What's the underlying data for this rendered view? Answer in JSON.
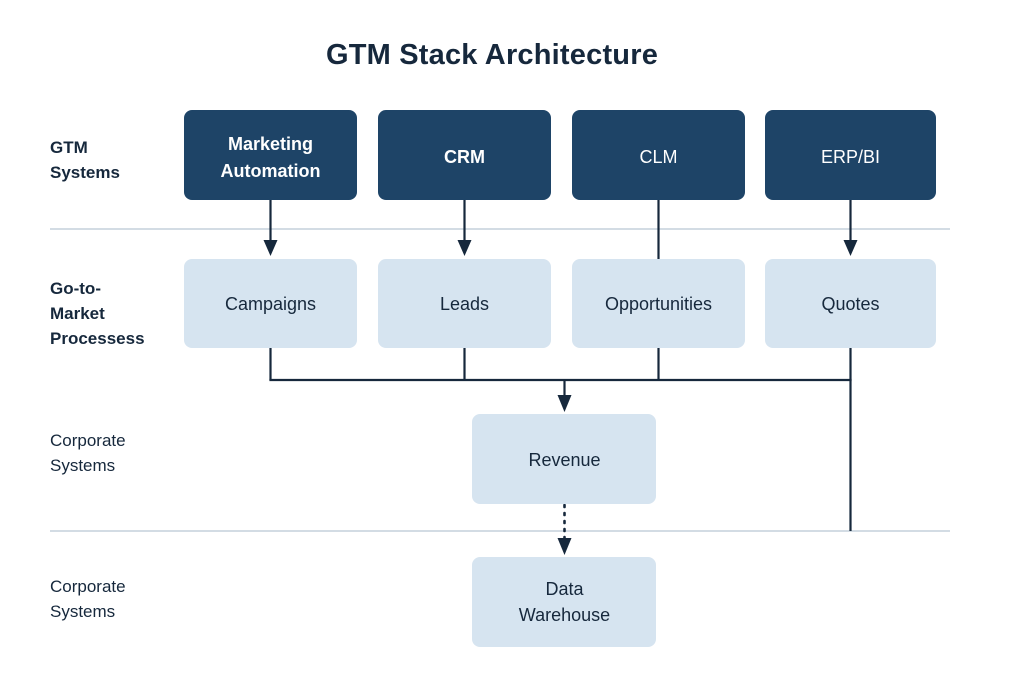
{
  "diagram": {
    "title": "GTM Stack Architecture",
    "background_color": "#ffffff",
    "colors": {
      "title": "#16283c",
      "box_dark": "#1e4467",
      "box_light": "#d6e4f0",
      "text_on_dark": "#ffffff",
      "text_on_light": "#16283c",
      "connector": "#16283c",
      "divider": "#d3dce4"
    },
    "row_labels": [
      {
        "id": "gtm-systems",
        "lines": [
          "GTM",
          "Systems"
        ],
        "weight": "bold"
      },
      {
        "id": "go-to-market-processess",
        "lines": [
          "Go-to-",
          "Market",
          "Processess"
        ],
        "weight": "bold"
      },
      {
        "id": "corporate-systems-revenue",
        "lines": [
          "Corporate",
          "Systems"
        ],
        "weight": "normal"
      },
      {
        "id": "corporate-systems-warehouse",
        "lines": [
          "Corporate",
          "Systems"
        ],
        "weight": "normal"
      }
    ],
    "nodes": {
      "marketing_automation": {
        "lines": [
          "Marketing",
          "Automation"
        ],
        "style": "dark"
      },
      "crm": {
        "lines": [
          "CRM"
        ],
        "style": "dark"
      },
      "clm": {
        "lines": [
          "CLM"
        ],
        "style": "dark"
      },
      "erp_bi": {
        "lines": [
          "ERP/BI"
        ],
        "style": "dark"
      },
      "campaigns": {
        "lines": [
          "Campaigns"
        ],
        "style": "light"
      },
      "leads": {
        "lines": [
          "Leads"
        ],
        "style": "light"
      },
      "opportunities": {
        "lines": [
          "Opportunities"
        ],
        "style": "light"
      },
      "quotes": {
        "lines": [
          "Quotes"
        ],
        "style": "light"
      },
      "revenue": {
        "lines": [
          "Revenue"
        ],
        "style": "light"
      },
      "data_warehouse": {
        "lines": [
          "Data",
          "Warehouse"
        ],
        "style": "light"
      }
    },
    "edges": [
      {
        "from": "marketing_automation",
        "to": "campaigns",
        "style": "solid",
        "arrow": true
      },
      {
        "from": "crm",
        "to": "leads",
        "style": "solid",
        "arrow": true
      },
      {
        "from": "clm",
        "to": "opportunities",
        "style": "solid",
        "arrow": false
      },
      {
        "from": "erp_bi",
        "to": "quotes",
        "style": "solid",
        "arrow": true
      },
      {
        "from": "campaigns",
        "to": "revenue",
        "style": "solid",
        "arrow": true
      },
      {
        "from": "leads",
        "to": "revenue",
        "style": "solid",
        "arrow": true
      },
      {
        "from": "opportunities",
        "to": "revenue",
        "style": "solid",
        "arrow": true
      },
      {
        "from": "quotes",
        "to": "revenue",
        "style": "solid",
        "arrow": true
      },
      {
        "from": "revenue",
        "to": "data_warehouse",
        "style": "dotted",
        "arrow": true
      }
    ]
  }
}
